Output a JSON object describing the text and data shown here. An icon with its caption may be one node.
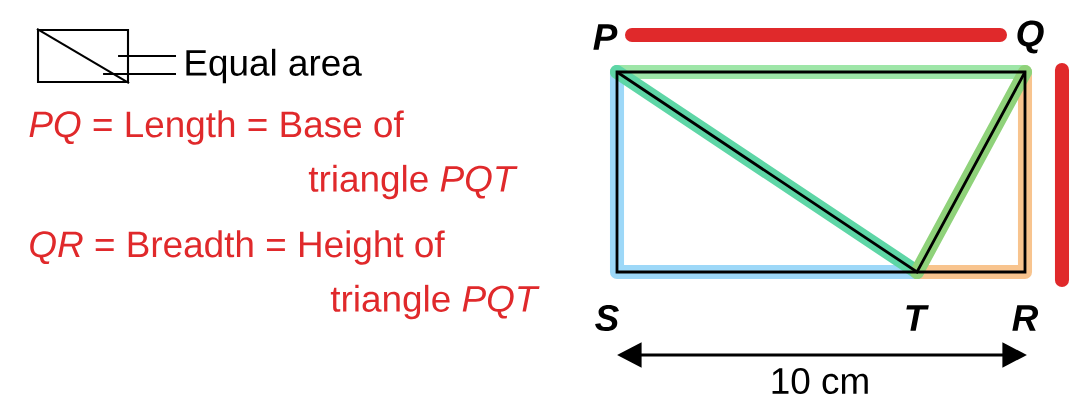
{
  "diagram": {
    "nodes": [
      {
        "text": [],
        "shape": "box"
      },
      {
        "text": [
          "Equal area"
        ]
      }
    ],
    "edges": [
      {
        "from": 1,
        "to": 0,
        "arrow": "none"
      },
      {
        "from": 1,
        "to": 0,
        "arrow": "none"
      }
    ],
    "labels": [
      "P",
      "Q",
      "*PQ* = Length = Base of triangle *PQT*",
      "*QR* = Breadth = Height of triangle *PQT*",
      "S",
      "T",
      "R",
      "10 cm"
    ]
  }
}
